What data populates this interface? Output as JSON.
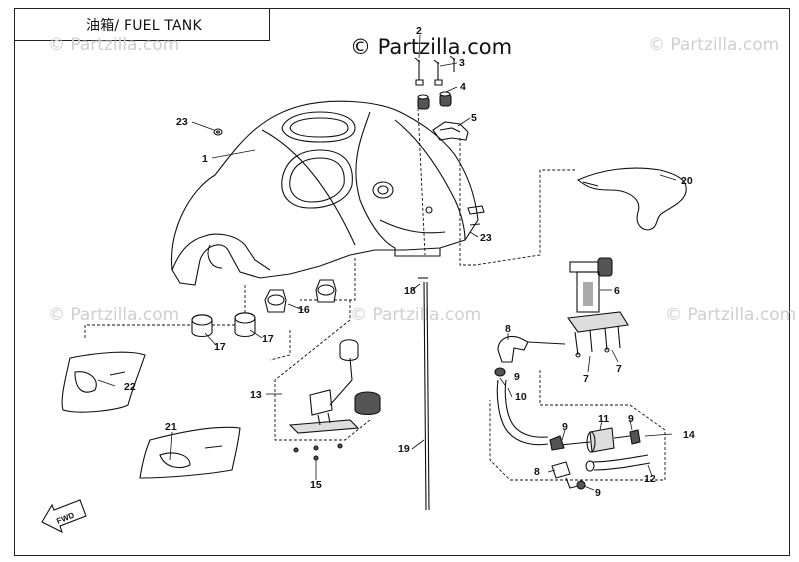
{
  "title": "油箱/ FUEL TANK",
  "logo": "© Partzilla.com",
  "watermark": "© Partzilla.com",
  "direction_label": "FWD",
  "callouts": [
    {
      "id": "c1",
      "text": "1"
    },
    {
      "id": "c2",
      "text": "2"
    },
    {
      "id": "c3",
      "text": "3"
    },
    {
      "id": "c4",
      "text": "4"
    },
    {
      "id": "c5",
      "text": "5"
    },
    {
      "id": "c6",
      "text": "6"
    },
    {
      "id": "c7a",
      "text": "7"
    },
    {
      "id": "c7b",
      "text": "7"
    },
    {
      "id": "c8a",
      "text": "8"
    },
    {
      "id": "c8b",
      "text": "8"
    },
    {
      "id": "c9a",
      "text": "9"
    },
    {
      "id": "c9b",
      "text": "9"
    },
    {
      "id": "c9c",
      "text": "9"
    },
    {
      "id": "c10",
      "text": "10"
    },
    {
      "id": "c11",
      "text": "11"
    },
    {
      "id": "c12",
      "text": "12"
    },
    {
      "id": "c13",
      "text": "13"
    },
    {
      "id": "c14",
      "text": "14"
    },
    {
      "id": "c15",
      "text": "15"
    },
    {
      "id": "c16",
      "text": "16"
    },
    {
      "id": "c17a",
      "text": "17"
    },
    {
      "id": "c17b",
      "text": "17"
    },
    {
      "id": "c18",
      "text": "18"
    },
    {
      "id": "c19",
      "text": "19"
    },
    {
      "id": "c20",
      "text": "20"
    },
    {
      "id": "c21",
      "text": "21"
    },
    {
      "id": "c22",
      "text": "22"
    },
    {
      "id": "c23a",
      "text": "23"
    },
    {
      "id": "c23b",
      "text": "23"
    }
  ]
}
